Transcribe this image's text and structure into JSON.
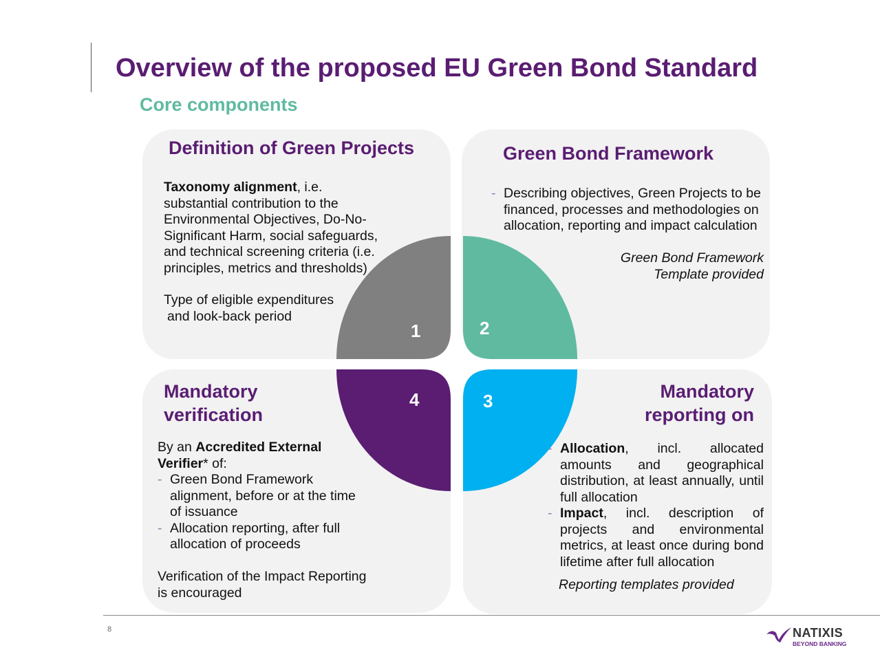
{
  "title": "Overview of the proposed EU Green Bond Standard",
  "subtitle": "Core components",
  "q1": {
    "heading": "Definition of Green Projects",
    "bold1": "Taxonomy alignment",
    "text1": ", i.e. substantial contribution to the Environmental Objectives, Do-No-Significant Harm, social safeguards, and technical screening criteria (i.e. principles, metrics and thresholds)",
    "text2a": "Type of eligible expenditures",
    "text2b": "and look-back period",
    "number": "1",
    "color": "#808080"
  },
  "q2": {
    "heading": "Green Bond Framework",
    "bullet": "Describing objectives, Green Projects to be financed, processes and methodologies on allocation, reporting and impact calculation",
    "note1": "Green Bond Framework",
    "note2": "Template provided",
    "number": "2",
    "color": "#5fbaa0"
  },
  "q3": {
    "heading1": "Mandatory",
    "heading2": "reporting on",
    "b1_bold": "Allocation",
    "b1_text": ", incl. allocated amounts and geographical distribution, at least annually, until full allocation",
    "b2_bold": "Impact",
    "b2_text": ", incl. description of projects and environmental metrics, at least once during bond lifetime after full allocation",
    "note": "Reporting templates provided",
    "number": "3",
    "color": "#00b0f0"
  },
  "q4": {
    "heading1": "Mandatory",
    "heading2": "verification",
    "intro_a": "By an ",
    "intro_bold": "Accredited External Verifier",
    "intro_b": "* of:",
    "b1": "Green Bond Framework alignment, before or at the time of issuance",
    "b2": "Allocation reporting, after full allocation of proceeds",
    "outro": "Verification of the Impact Reporting is encouraged",
    "number": "4",
    "color": "#5a1d72"
  },
  "footer": {
    "page": "8",
    "logo_name": "NATIXIS",
    "logo_tagline": "BEYOND BANKING"
  }
}
